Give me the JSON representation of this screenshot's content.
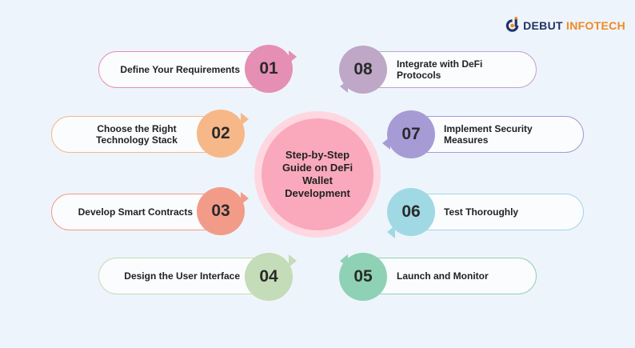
{
  "brand": {
    "name_part1": "DEBUT",
    "name_part2": "INFOTECH",
    "colors": {
      "primary": "#223263",
      "accent": "#f08a24"
    }
  },
  "center": {
    "title": "Step-by-Step Guide on DeFi Wallet Development",
    "color": "#f9a9bb"
  },
  "steps": [
    {
      "number": "01",
      "label": "Define Your Requirements",
      "color": "#e58fb4"
    },
    {
      "number": "02",
      "label": "Choose the Right Technology Stack",
      "color": "#f6b889"
    },
    {
      "number": "03",
      "label": "Develop Smart Contracts",
      "color": "#f29b89"
    },
    {
      "number": "04",
      "label": "Design the User Interface",
      "color": "#c4dcb7"
    },
    {
      "number": "05",
      "label": "Launch and Monitor",
      "color": "#8fd1b4"
    },
    {
      "number": "06",
      "label": "Test Thoroughly",
      "color": "#a0d9e3"
    },
    {
      "number": "07",
      "label": "Implement Security Measures",
      "color": "#a79bd6"
    },
    {
      "number": "08",
      "label": "Integrate with DeFi Protocols",
      "color": "#bfa7c7"
    }
  ]
}
